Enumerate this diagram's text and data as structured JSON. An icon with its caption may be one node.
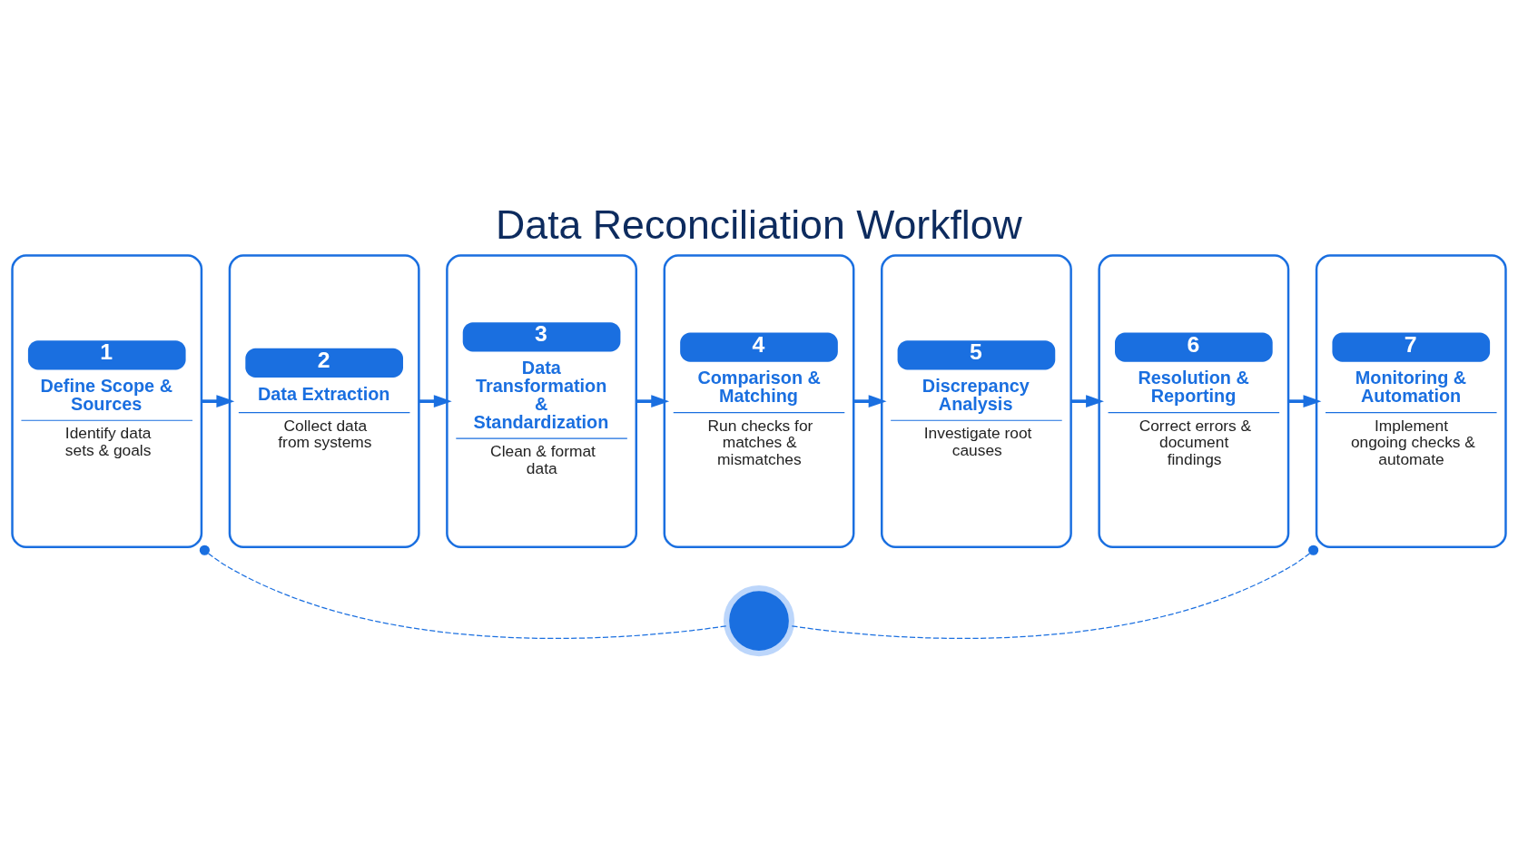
{
  "diagram": {
    "title": "Data Reconciliation Workflow",
    "nodes": [
      {
        "text": [
          "1",
          "Define Scope & Sources",
          "Identify data sets & goals"
        ]
      },
      {
        "text": [
          "2",
          "Data Extraction",
          "Collect data from systems"
        ]
      },
      {
        "text": [
          "3",
          "Data Transformation & Standardization",
          "Clean & format data"
        ]
      },
      {
        "text": [
          "4",
          "Comparison & Matching",
          "Run checks for matches & mismatches"
        ]
      },
      {
        "text": [
          "5",
          "Discrepancy Analysis",
          "Investigate root causes"
        ]
      },
      {
        "text": [
          "6",
          "Resolution & Reporting",
          "Correct errors & document findings"
        ]
      },
      {
        "text": [
          "7",
          "Monitoring & Automation",
          "Implement ongoing checks & automate"
        ]
      },
      {
        "text": [],
        "shape": "circle"
      }
    ],
    "edges": [
      {
        "from": 0,
        "to": 1,
        "arrow": "to"
      },
      {
        "from": 1,
        "to": 2,
        "arrow": "to"
      },
      {
        "from": 2,
        "to": 3,
        "arrow": "to"
      },
      {
        "from": 3,
        "to": 4,
        "arrow": "to"
      },
      {
        "from": 4,
        "to": 5,
        "arrow": "to"
      },
      {
        "from": 5,
        "to": 6,
        "arrow": "to"
      },
      {
        "from": 0,
        "to": 7,
        "arrow": "other",
        "style": "dashed"
      },
      {
        "from": 6,
        "to": 7,
        "arrow": "other",
        "style": "dashed"
      }
    ]
  }
}
